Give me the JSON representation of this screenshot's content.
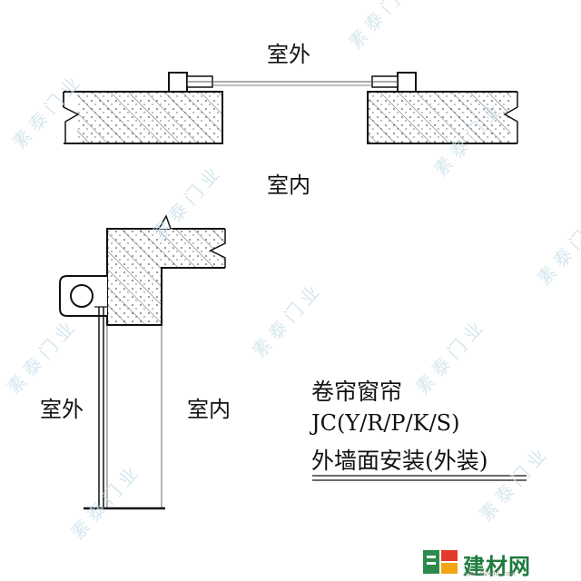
{
  "labels": {
    "outside_top": "室外",
    "inside_top": "室内",
    "outside_side": "室外",
    "inside_side": "室内"
  },
  "title_block": {
    "line1": "卷帘窗帘",
    "line2": "JC(Y/R/P/K/S)",
    "line3": "外墙面安装(外装)"
  },
  "watermark": {
    "text": "素泰门业"
  },
  "logo": {
    "text": "建材网",
    "sub": "www.0245o.com"
  }
}
